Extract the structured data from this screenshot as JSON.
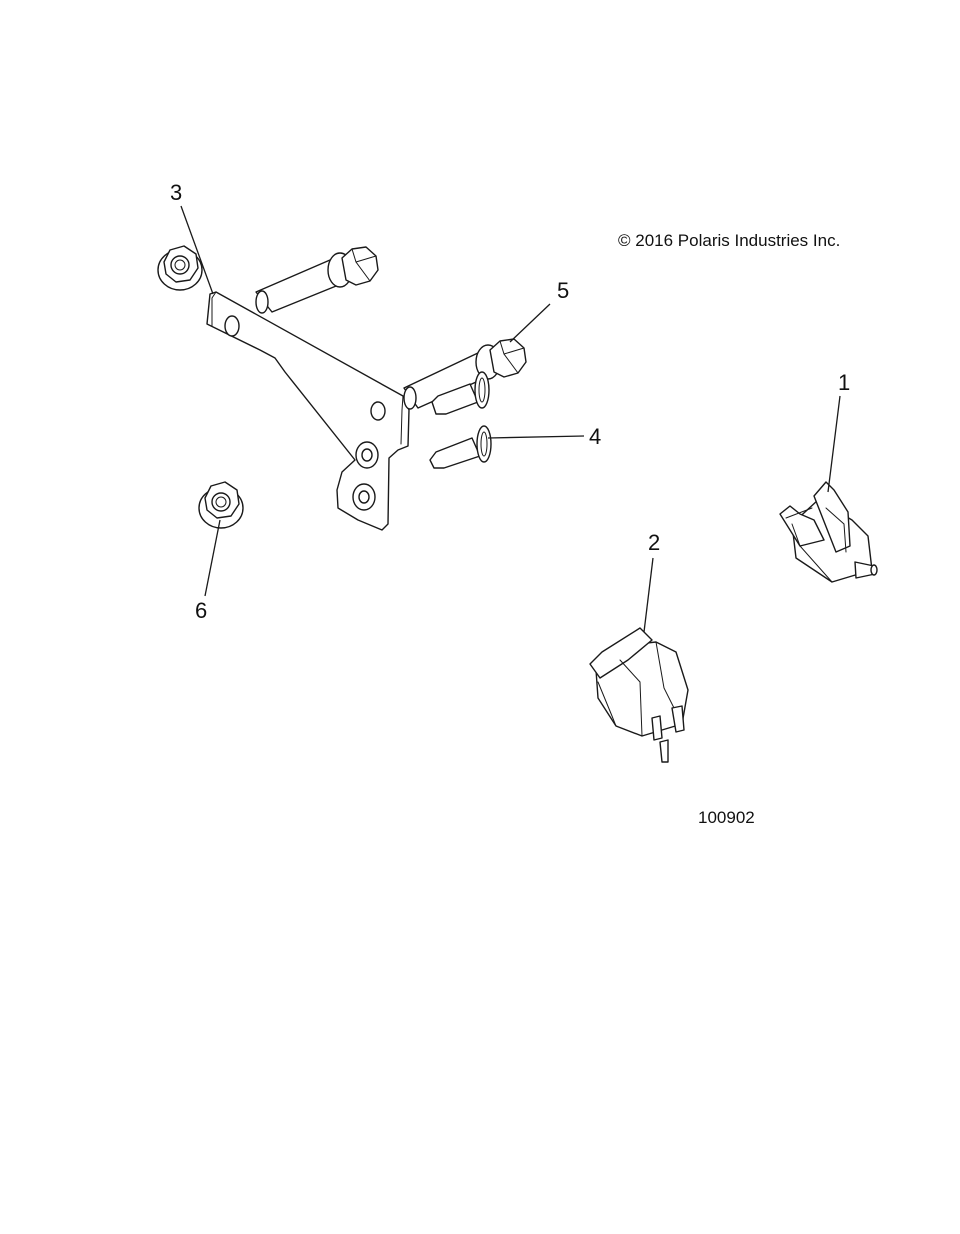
{
  "copyright": "© 2016 Polaris Industries Inc.",
  "figure_number": "100902",
  "callouts": {
    "c1": "1",
    "c2": "2",
    "c3": "3",
    "c4": "4",
    "c5": "5",
    "c6": "6"
  }
}
